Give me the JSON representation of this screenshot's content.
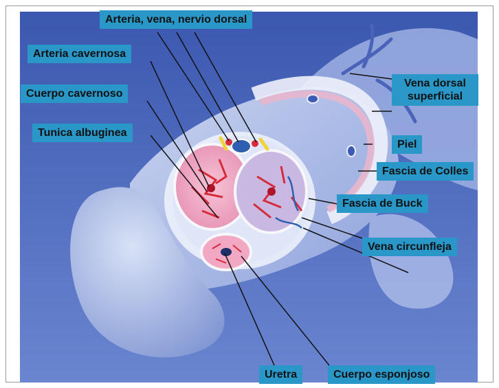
{
  "labels": {
    "dorsal": "Arteria, vena, nervio dorsal",
    "cavernosa": "Arteria cavernosa",
    "cuerpo_cavernoso": "Cuerpo cavernoso",
    "tunica": "Tunica albuginea",
    "vena_dorsal": "Vena dorsal superficial",
    "piel": "Piel",
    "fascia_colles": "Fascia de Colles",
    "fascia_buck": "Fascia de Buck",
    "vena_circunfleja": "Vena circunfleja",
    "uretra": "Uretra",
    "cuerpo_esponjoso": "Cuerpo esponjoso"
  },
  "colors": {
    "background_top": "#3f5fb5",
    "background_bottom": "#5b79c8",
    "label_fill": "#2a97c9",
    "tissue_pink": "#f2a7c3",
    "vessel_red": "#d62b3a",
    "vessel_blue": "#2f5fb0",
    "nerve_yellow": "#f2d23a"
  }
}
